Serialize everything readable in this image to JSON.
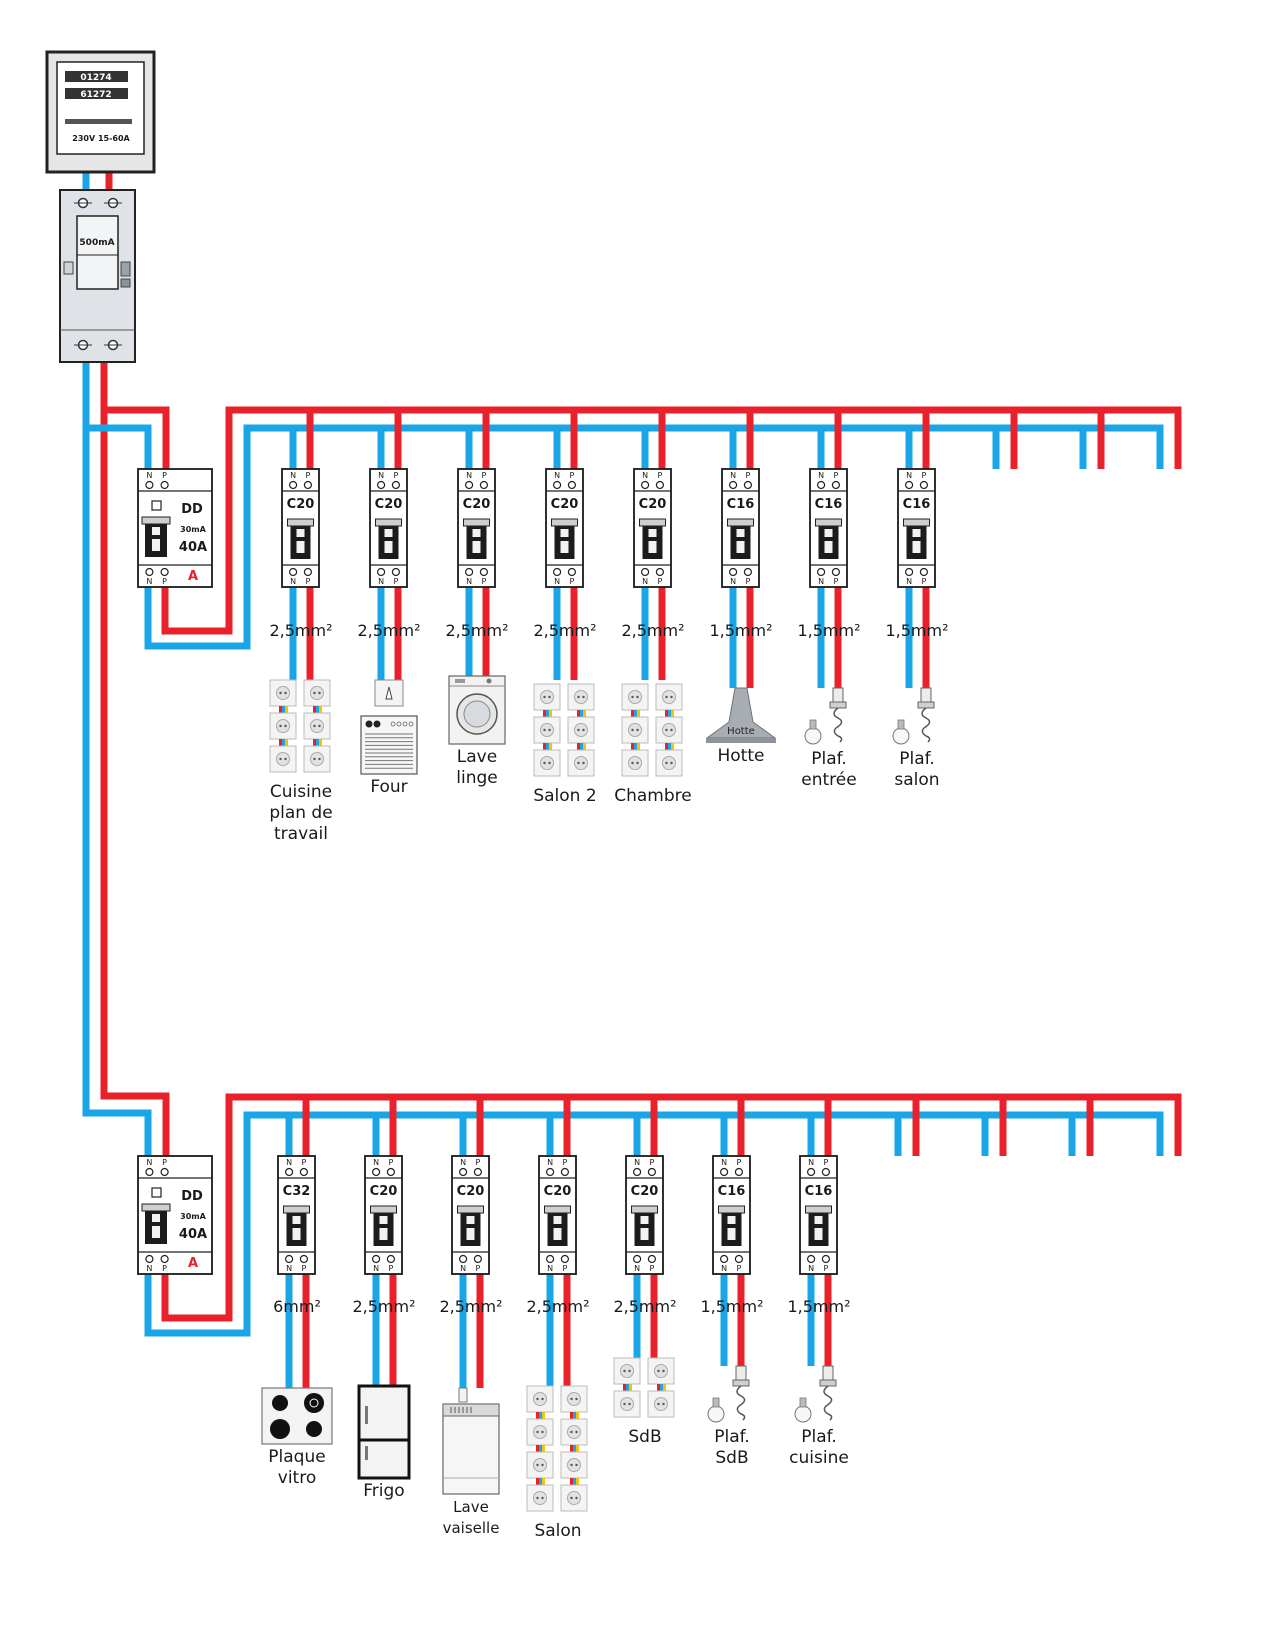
{
  "colors": {
    "neutral": "#1aa6e6",
    "phase": "#e8212b",
    "module_fill": "#ffffff",
    "module_stroke": "#1a1a1a",
    "device_gray": "#9aa0a6"
  },
  "meter": {
    "counter_top": "01274",
    "counter_bottom": "61272",
    "rating": "230V  15-60A"
  },
  "main_breaker": {
    "rating": "500mA"
  },
  "terminal_labels": {
    "neutral": "N",
    "phase": "P"
  },
  "rows": [
    {
      "id": "row1",
      "differential": {
        "type": "DD",
        "sensitivity": "30mA",
        "rating": "40A",
        "class": "A"
      },
      "circuits": [
        {
          "breaker": "C20",
          "section": "2,5mm²",
          "device": "outlets",
          "label_lines": [
            "Cuisine",
            "plan de",
            "travail"
          ]
        },
        {
          "breaker": "C20",
          "section": "2,5mm²",
          "device": "oven",
          "label_lines": [
            "Four"
          ]
        },
        {
          "breaker": "C20",
          "section": "2,5mm²",
          "device": "washer",
          "label_lines": [
            "Lave",
            "linge"
          ]
        },
        {
          "breaker": "C20",
          "section": "2,5mm²",
          "device": "outlets",
          "label_lines": [
            "Salon 2"
          ]
        },
        {
          "breaker": "C20",
          "section": "2,5mm²",
          "device": "outlets",
          "label_lines": [
            "Chambre"
          ]
        },
        {
          "breaker": "C16",
          "section": "1,5mm²",
          "device": "hood",
          "device_text": "Hotte",
          "label_lines": [
            "Hotte"
          ]
        },
        {
          "breaker": "C16",
          "section": "1,5mm²",
          "device": "lamp",
          "label_lines": [
            "Plaf.",
            "entrée"
          ]
        },
        {
          "breaker": "C16",
          "section": "1,5mm²",
          "device": "lamp",
          "label_lines": [
            "Plaf.",
            "salon"
          ]
        }
      ]
    },
    {
      "id": "row2",
      "differential": {
        "type": "DD",
        "sensitivity": "30mA",
        "rating": "40A",
        "class": "A"
      },
      "circuits": [
        {
          "breaker": "C32",
          "section": "6mm²",
          "device": "hob",
          "label_lines": [
            "Plaque",
            "vitro"
          ]
        },
        {
          "breaker": "C20",
          "section": "2,5mm²",
          "device": "fridge",
          "label_lines": [
            "Frigo"
          ]
        },
        {
          "breaker": "C20",
          "section": "2,5mm²",
          "device": "dishwasher",
          "label_lines": [
            "Lave",
            "vaiselle"
          ]
        },
        {
          "breaker": "C20",
          "section": "2,5mm²",
          "device": "outlets",
          "label_lines": [
            "Salon"
          ]
        },
        {
          "breaker": "C20",
          "section": "2,5mm²",
          "device": "outlets",
          "label_lines": [
            "SdB"
          ]
        },
        {
          "breaker": "C16",
          "section": "1,5mm²",
          "device": "lamp",
          "label_lines": [
            "Plaf.",
            "SdB"
          ]
        },
        {
          "breaker": "C16",
          "section": "1,5mm²",
          "device": "lamp",
          "label_lines": [
            "Plaf.",
            "cuisine"
          ]
        }
      ]
    }
  ]
}
